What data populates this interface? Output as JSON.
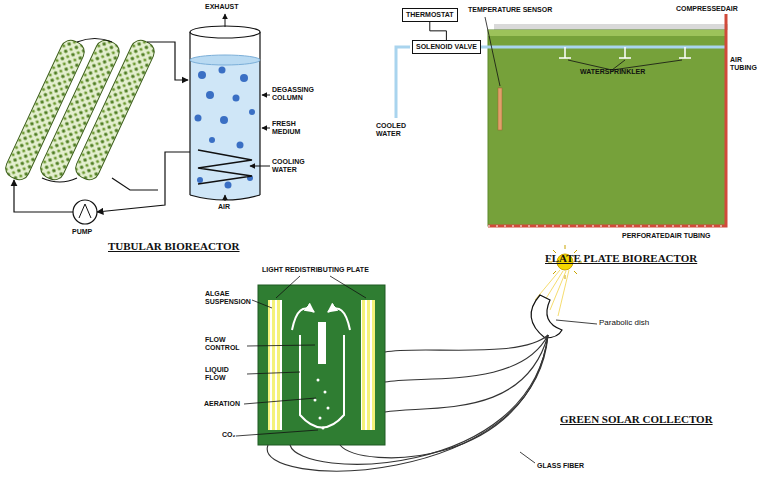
{
  "diagram": {
    "nodes": [
      {
        "text": [
          "THERMOSTAT"
        ]
      },
      {
        "text": [
          "SOLENOID VALVE"
        ]
      }
    ],
    "edges": [
      {
        "from": 0,
        "to": 1,
        "arrow": "none"
      }
    ],
    "labels": [
      "EXHAUST",
      "DEGASSING COLUMN",
      "FRESH MEDIUM",
      "COOLING WATER",
      "AIR",
      "PUMP",
      "TUBULAR BIOREACTOR",
      "TEMPERATURE SENSOR",
      "COMPRESSEDAIR",
      "AIR TUBING",
      "WATERSPRINKLER",
      "COOLED WATER",
      "PERFORATEDAIR TUBING",
      "FLATE PLATE BIOREACTOR",
      "LIGHT REDISTRIBUTING PLATE",
      "ALGAE SUSPENSION",
      "FLOW CONTROL",
      "LIQUID FLOW",
      "AERATION",
      "CO₂",
      "Parabolic dish",
      "GLASS FIBER",
      "GREEN SOLAR COLLECTOR"
    ]
  }
}
